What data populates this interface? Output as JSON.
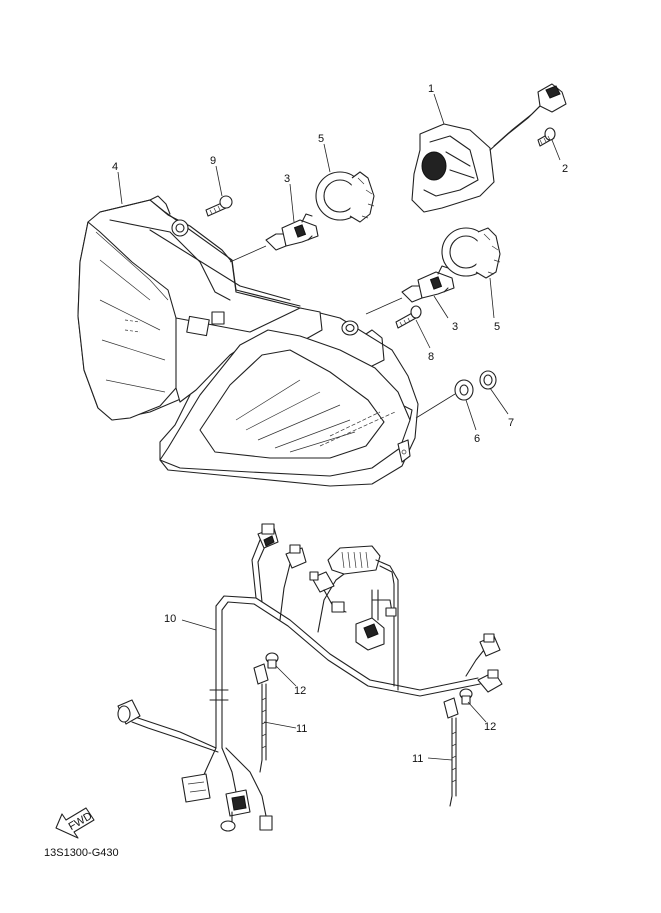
{
  "diagram_code": "13S1300-G430",
  "fwd_label": "FWD",
  "callouts": {
    "c1": "1",
    "c2": "2",
    "c3a": "3",
    "c3b": "3",
    "c4": "4",
    "c5a": "5",
    "c5b": "5",
    "c6": "6",
    "c7": "7",
    "c8": "8",
    "c9": "9",
    "c10": "10",
    "c11a": "11",
    "c11b": "11",
    "c12a": "12",
    "c12b": "12"
  }
}
